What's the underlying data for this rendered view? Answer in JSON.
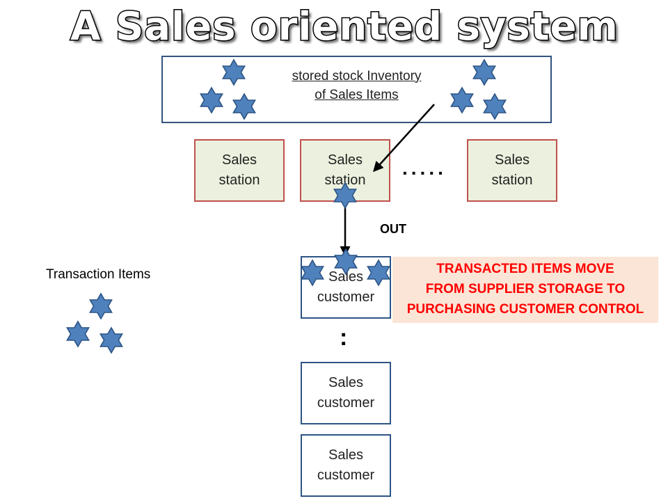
{
  "title": "A Sales oriented system",
  "inventory": {
    "line1": "stored  stock Inventory",
    "line2": "of Sales Items"
  },
  "stations": [
    {
      "line1": "Sales",
      "line2": "station"
    },
    {
      "line1": "Sales",
      "line2": "station"
    },
    {
      "line1": "Sales",
      "line2": "station"
    }
  ],
  "ellipsis": ".....",
  "out_label": "OUT",
  "customers": [
    {
      "line1": "Sales",
      "line2": "customer"
    },
    {
      "line1": "Sales",
      "line2": "customer"
    },
    {
      "line1": "Sales",
      "line2": "customer"
    }
  ],
  "vertical_ellipsis": ":",
  "transaction_items_label": "Transaction Items",
  "callout": {
    "line1": "TRANSACTED ITEMS  MOVE",
    "line2": "FROM SUPPLIER  STORAGE TO",
    "line3": "PURCHASING CUSTOMER  CONTROL"
  },
  "colors": {
    "star_fill": "#4f81bd",
    "star_stroke": "#2c5484",
    "station_border": "#c0504d",
    "station_fill": "#ebf1de",
    "box_border": "#2c5484",
    "callout_fill": "#fbe5d6",
    "callout_text": "#ff0000"
  },
  "icons": [
    "star-icon",
    "arrow-icon"
  ]
}
